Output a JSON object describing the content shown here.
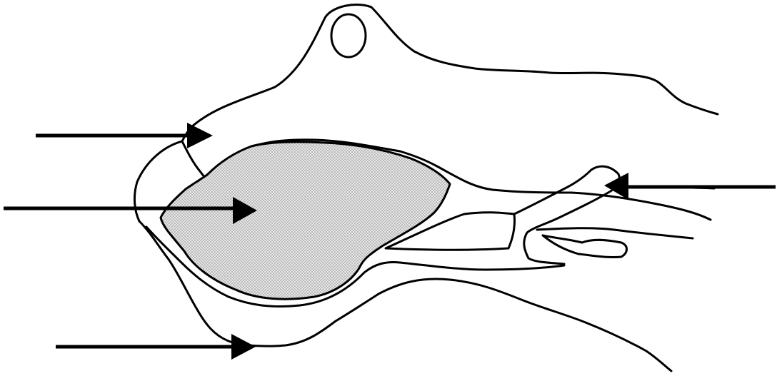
{
  "diagram": {
    "kind": "unlabeled anatomical outline drawing with pointer arrows",
    "stroke_color": "#000000",
    "shading_color": "#9a9a9a",
    "background_color": "#ffffff",
    "arrows": [
      {
        "id": "arrow-upper-left",
        "direction": "right",
        "label": ""
      },
      {
        "id": "arrow-middle-left",
        "direction": "right",
        "label": ""
      },
      {
        "id": "arrow-lower-left",
        "direction": "right",
        "label": ""
      },
      {
        "id": "arrow-right",
        "direction": "left",
        "label": ""
      }
    ]
  }
}
